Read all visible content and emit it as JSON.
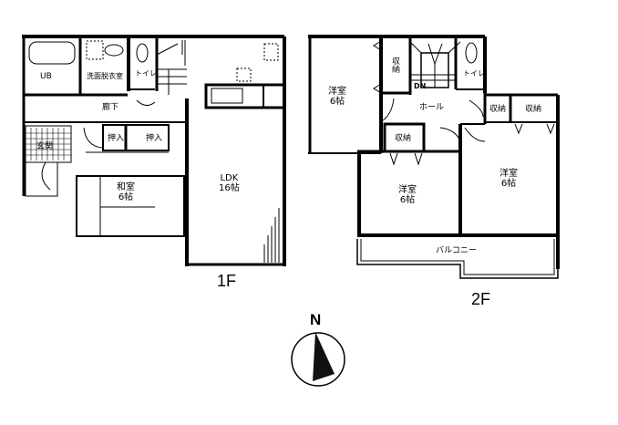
{
  "floor1": {
    "label": "1F",
    "rooms": {
      "unit_bath": "UB",
      "washroom": "洗面脱衣室",
      "toilet": "トイレ",
      "hallway": "廊下",
      "entrance": "玄関",
      "closet_a": "押入",
      "closet_b": "押入",
      "japanese_room": "和室\n6帖",
      "ldk": "LDK\n16帖"
    }
  },
  "floor2": {
    "label": "2F",
    "rooms": {
      "western_room_nw": "洋室\n6帖",
      "storage_a": "収納",
      "toilet": "トイレ",
      "stair_down": "DN",
      "hall": "ホール",
      "storage_b": "収納",
      "storage_c": "収納",
      "storage_d": "収納",
      "western_room_sw": "洋室\n6帖",
      "western_room_se": "洋室\n6帖",
      "balcony": "バルコニー"
    }
  },
  "compass": {
    "label": "N"
  }
}
